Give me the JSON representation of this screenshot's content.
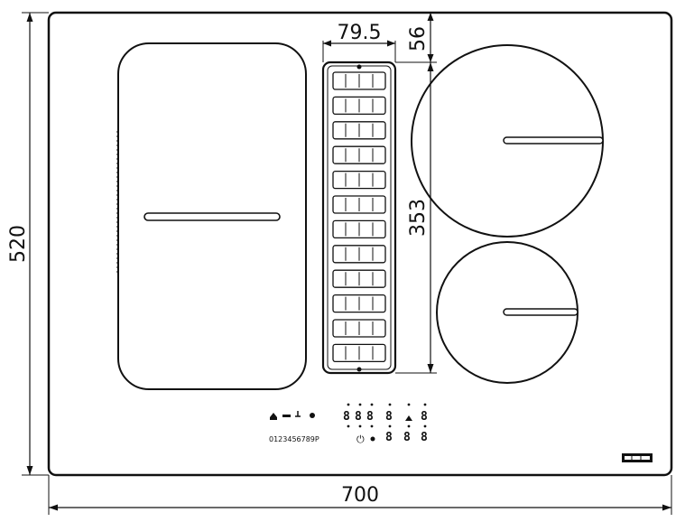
{
  "dimensions": {
    "width": "700",
    "height": "520",
    "vent_width": "79.5",
    "vent_offset": "56",
    "vent_length": "353"
  },
  "control_panel": {
    "number_row": "0123456789P",
    "digit": "8",
    "power_symbol": "⏻"
  }
}
